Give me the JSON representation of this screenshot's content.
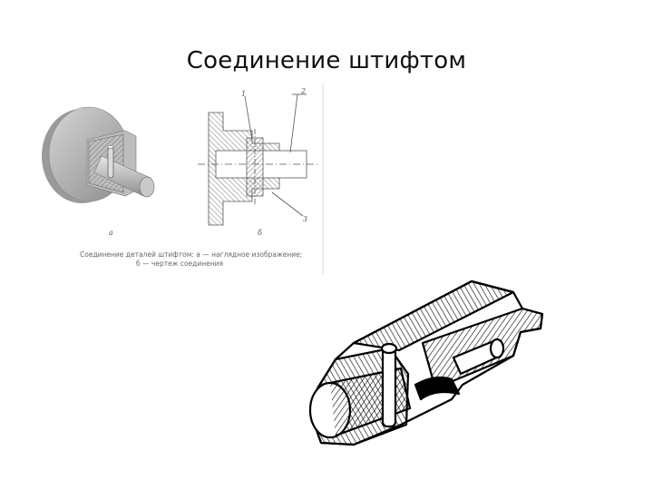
{
  "slide": {
    "title": "Соединение штифтом",
    "figure_labels": {
      "a": "а",
      "b": "б",
      "n1": "1",
      "n2": "2",
      "n3": "3"
    },
    "caption_line1": "Соединение деталей штифтом: а — наглядное изображение;",
    "caption_line2": "б — чертеж соединения"
  }
}
